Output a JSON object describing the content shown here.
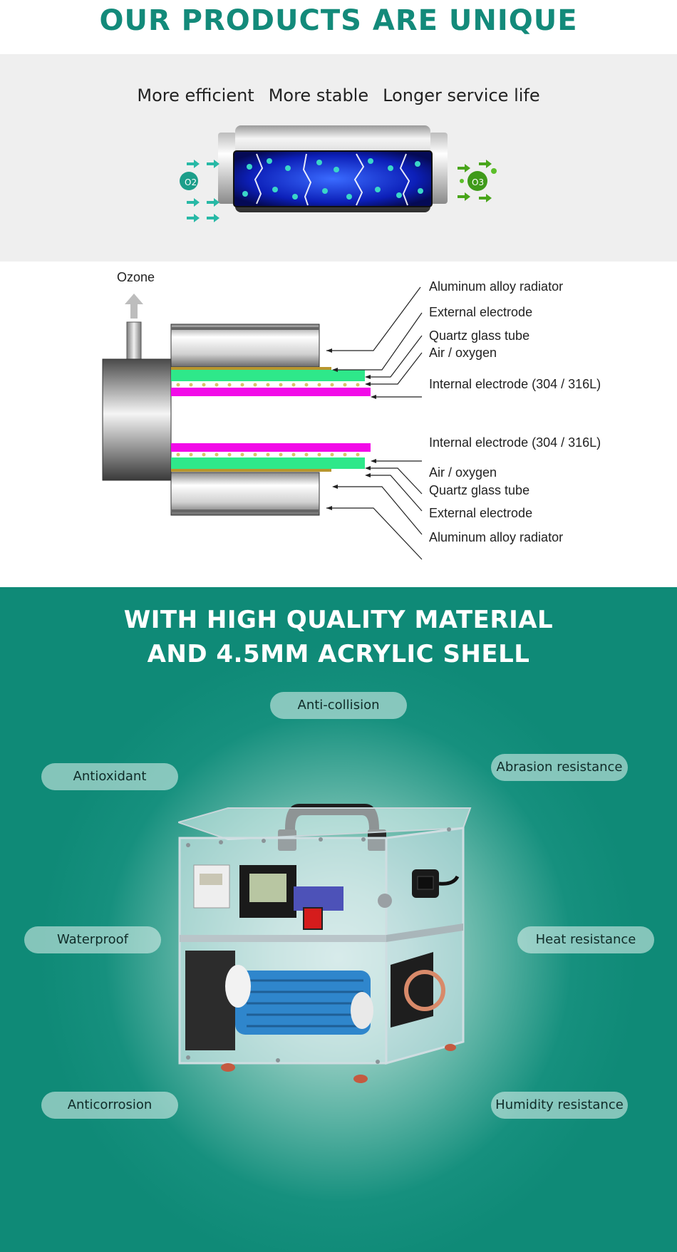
{
  "header": {
    "title": "OUR PRODUCTS ARE UNIQUE"
  },
  "features": [
    "More efficient",
    "More stable",
    "Longer service life"
  ],
  "tube": {
    "inlet_label": "O2",
    "outlet_label": "O3"
  },
  "diagram": {
    "ozone_label": "Ozone",
    "labels_top": [
      "Aluminum alloy radiator",
      "External electrode",
      "Quartz glass tube",
      "Air / oxygen",
      "Internal electrode (304 / 316L)"
    ],
    "labels_bottom": [
      "Internal electrode (304 / 316L)",
      "Air / oxygen",
      "Quartz glass tube",
      "External electrode",
      "Aluminum alloy radiator"
    ]
  },
  "acrylic": {
    "title_line1": "WITH HIGH QUALITY MATERIAL",
    "title_line2": "AND 4.5MM ACRYLIC SHELL",
    "pills": [
      "Anti-collision",
      "Antioxidant",
      "Abrasion resistance",
      "Waterproof",
      "Heat resistance",
      "Anticorrosion",
      "Humidity resistance"
    ]
  },
  "colors": {
    "brand_teal": "#138a7a",
    "section_teal": "#0f8a77",
    "quartz_green": "#2ee88a",
    "electrode_magenta": "#f20ae8"
  }
}
